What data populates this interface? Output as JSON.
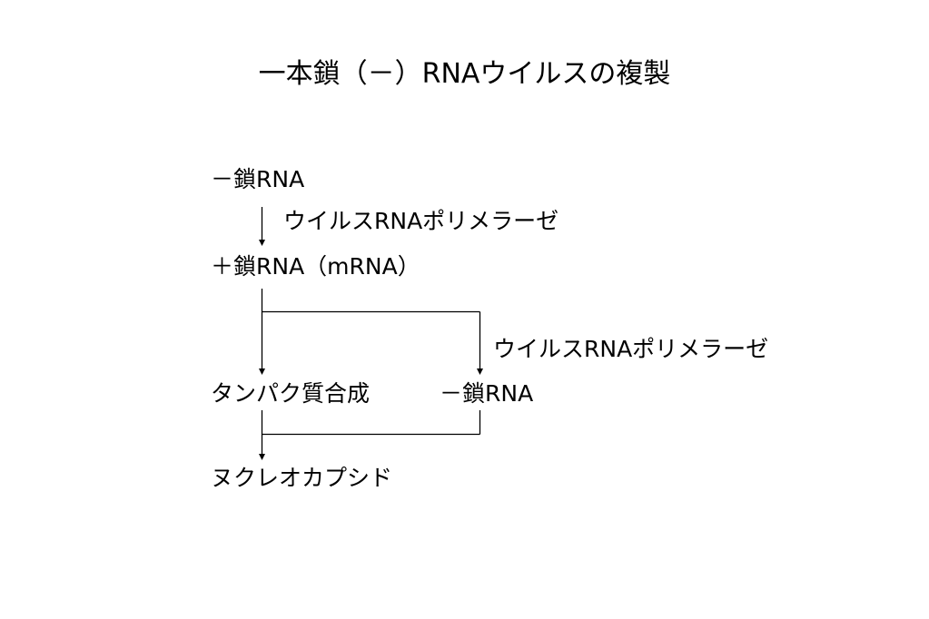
{
  "title": "一本鎖（－）RNAウイルスの複製",
  "nodes": {
    "minus_rna_top": "－鎖RNA",
    "plus_rna": "＋鎖RNA（mRNA）",
    "protein_synthesis": "タンパク質合成",
    "minus_rna_bottom": "－鎖RNA",
    "nucleocapsid": "ヌクレオカプシド"
  },
  "enzymes": {
    "first": "ウイルスRNAポリメラーゼ",
    "second": "ウイルスRNAポリメラーゼ"
  }
}
